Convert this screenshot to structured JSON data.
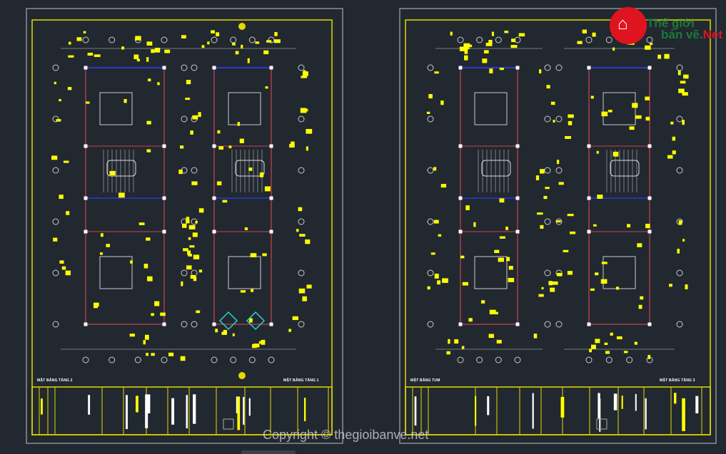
{
  "logo": {
    "line1": "Thế giới",
    "line2": "bản vẽ.",
    "line2_accent": "Net"
  },
  "watermark": "Copyright © thegioibanve.net",
  "sheets": [
    {
      "plans": [
        {
          "title": "MẶT BẰNG TẦNG 2"
        },
        {
          "title": "MẶT BẰNG TẦNG 1"
        }
      ]
    },
    {
      "plans": [
        {
          "title": "MẶT BẰNG TUM"
        },
        {
          "title": "MẶT BẰNG TẦNG 3"
        }
      ]
    }
  ],
  "colors": {
    "background": "#212830",
    "frame": "#e6d800",
    "sheet_border": "#8a8f96",
    "wall": "#d8d8d8",
    "red_line": "#d04050",
    "blue_line": "#2a3cff",
    "dim_block": "#ffff00"
  }
}
